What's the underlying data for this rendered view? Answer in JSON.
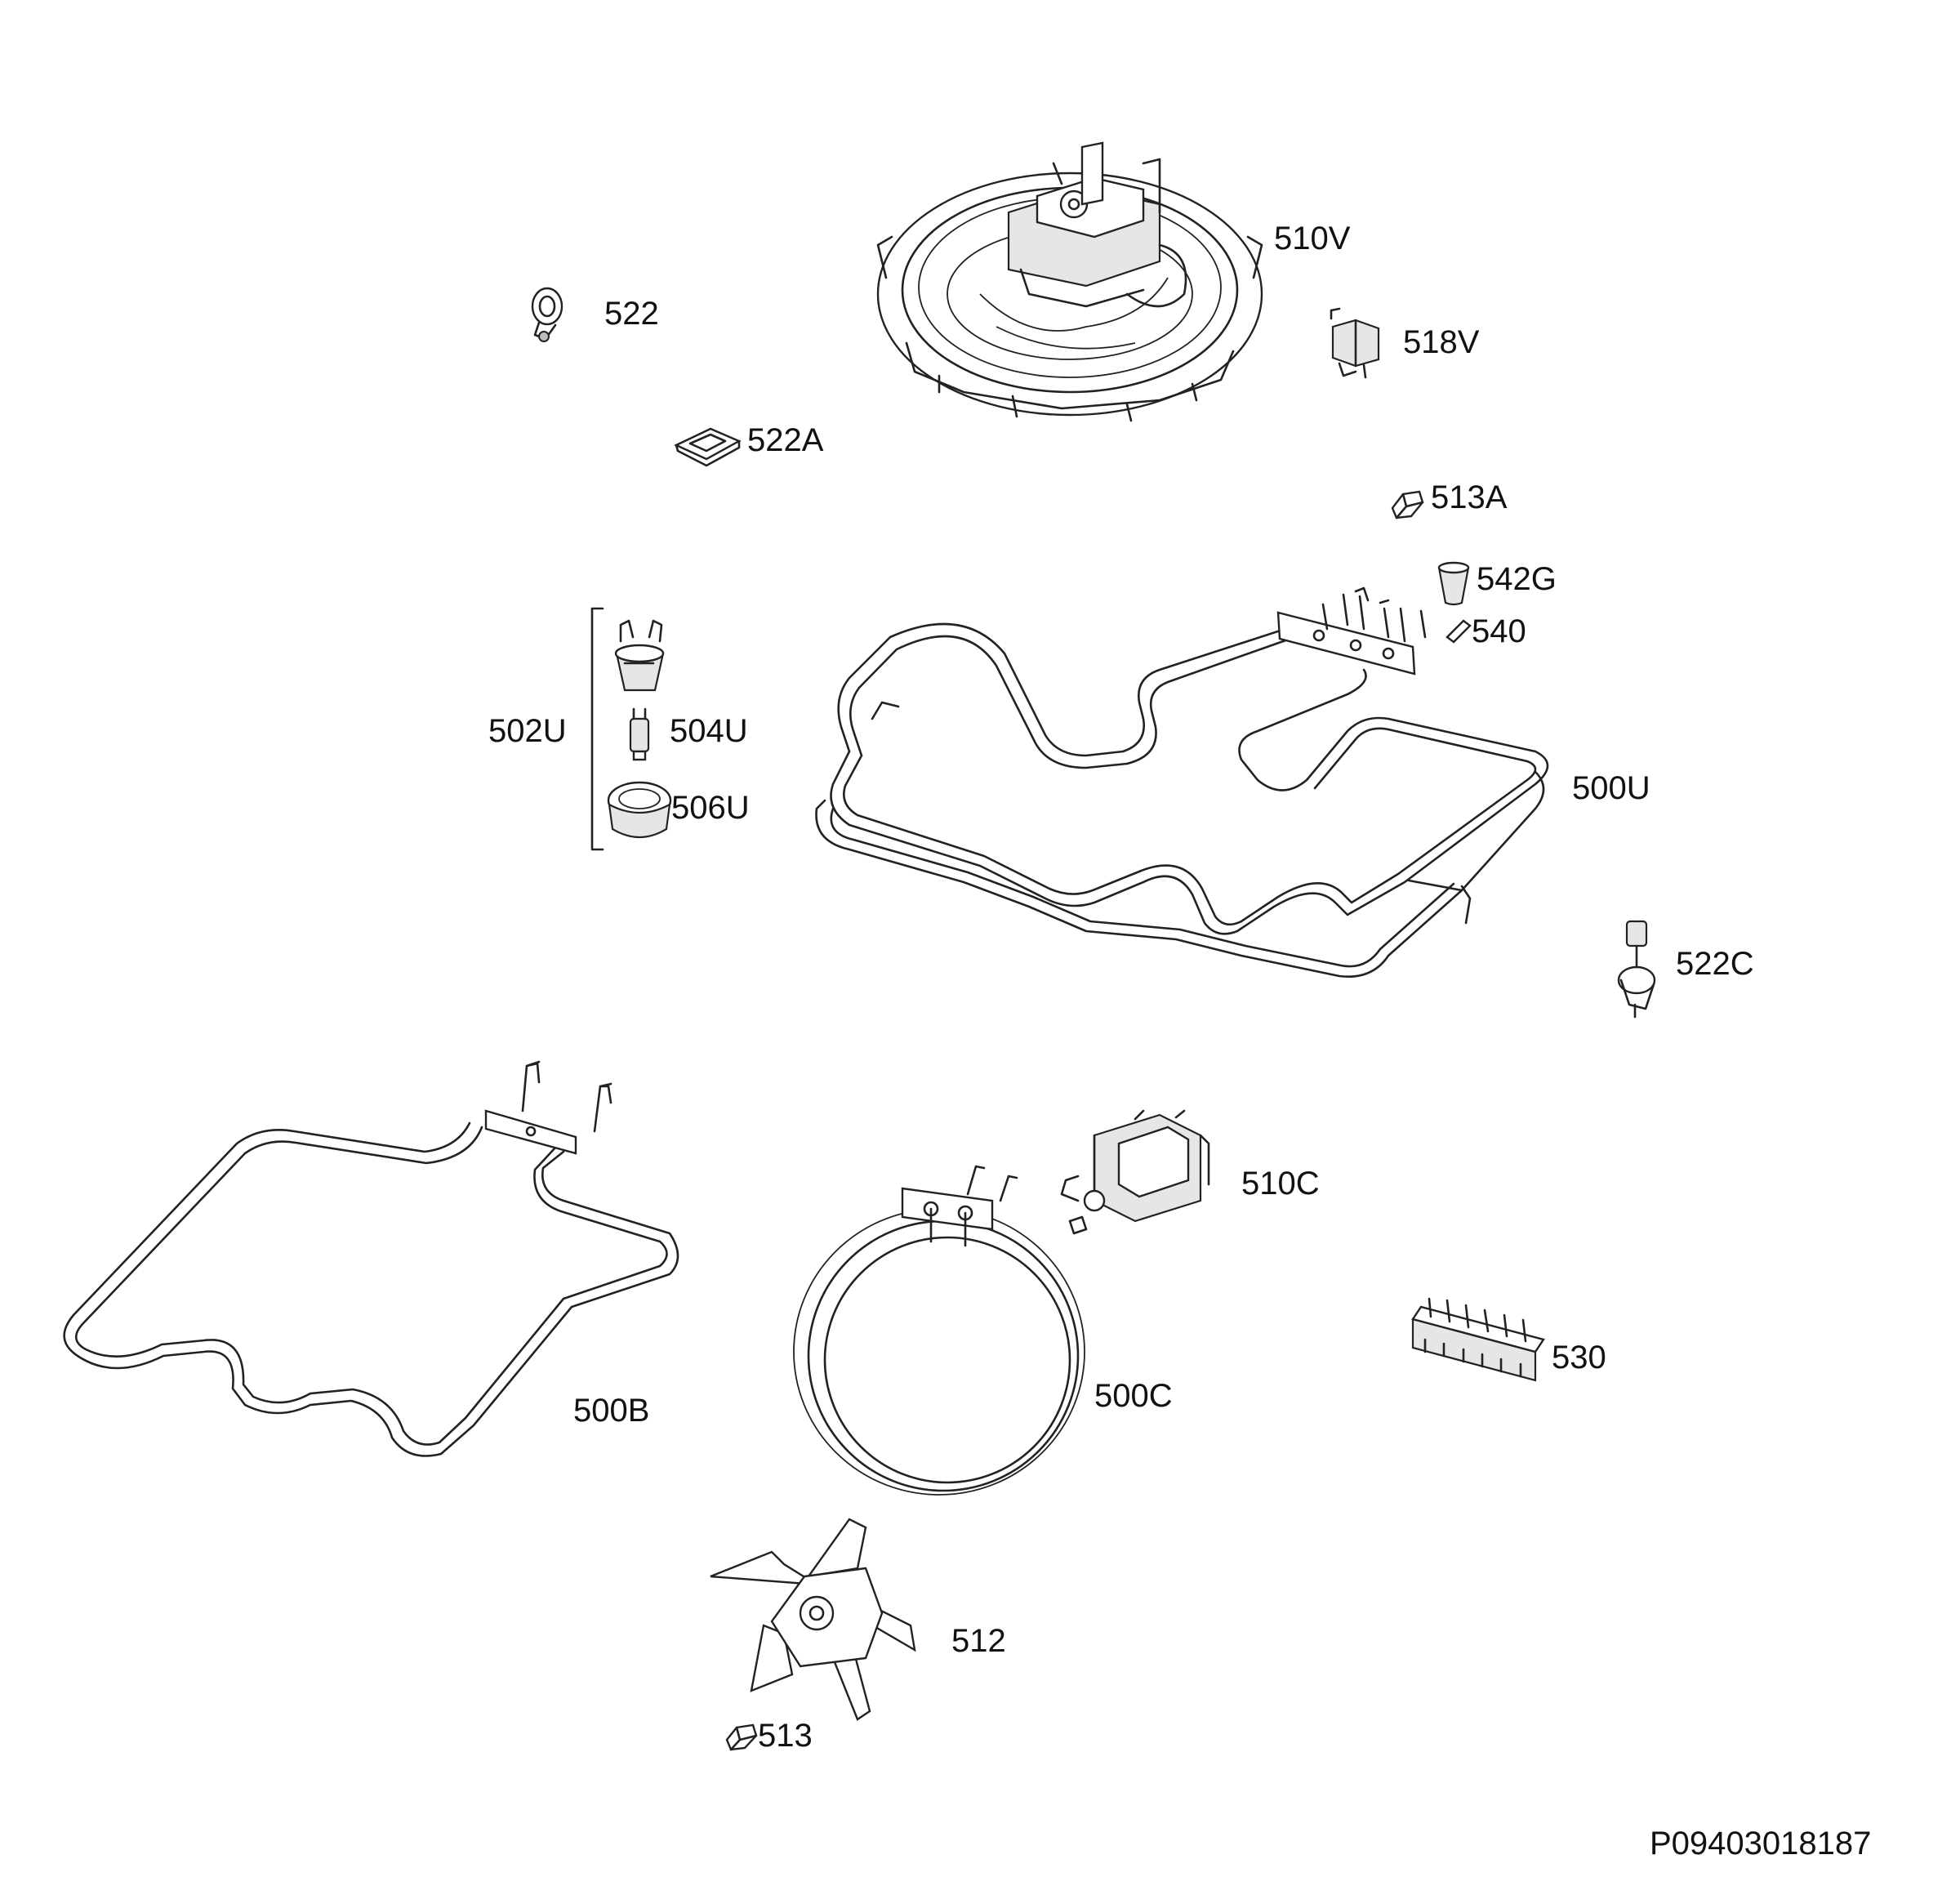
{
  "diagram": {
    "code": "P09403018187",
    "labels": {
      "l510V": "510V",
      "l522": "522",
      "l518V": "518V",
      "l522A": "522A",
      "l513A": "513A",
      "l542G": "542G",
      "l540": "540",
      "l502U": "502U",
      "l504U": "504U",
      "l506U": "506U",
      "l500U": "500U",
      "l522C": "522C",
      "l510C": "510C",
      "l530": "530",
      "l500B": "500B",
      "l500C": "500C",
      "l512": "512",
      "l513": "513"
    }
  }
}
